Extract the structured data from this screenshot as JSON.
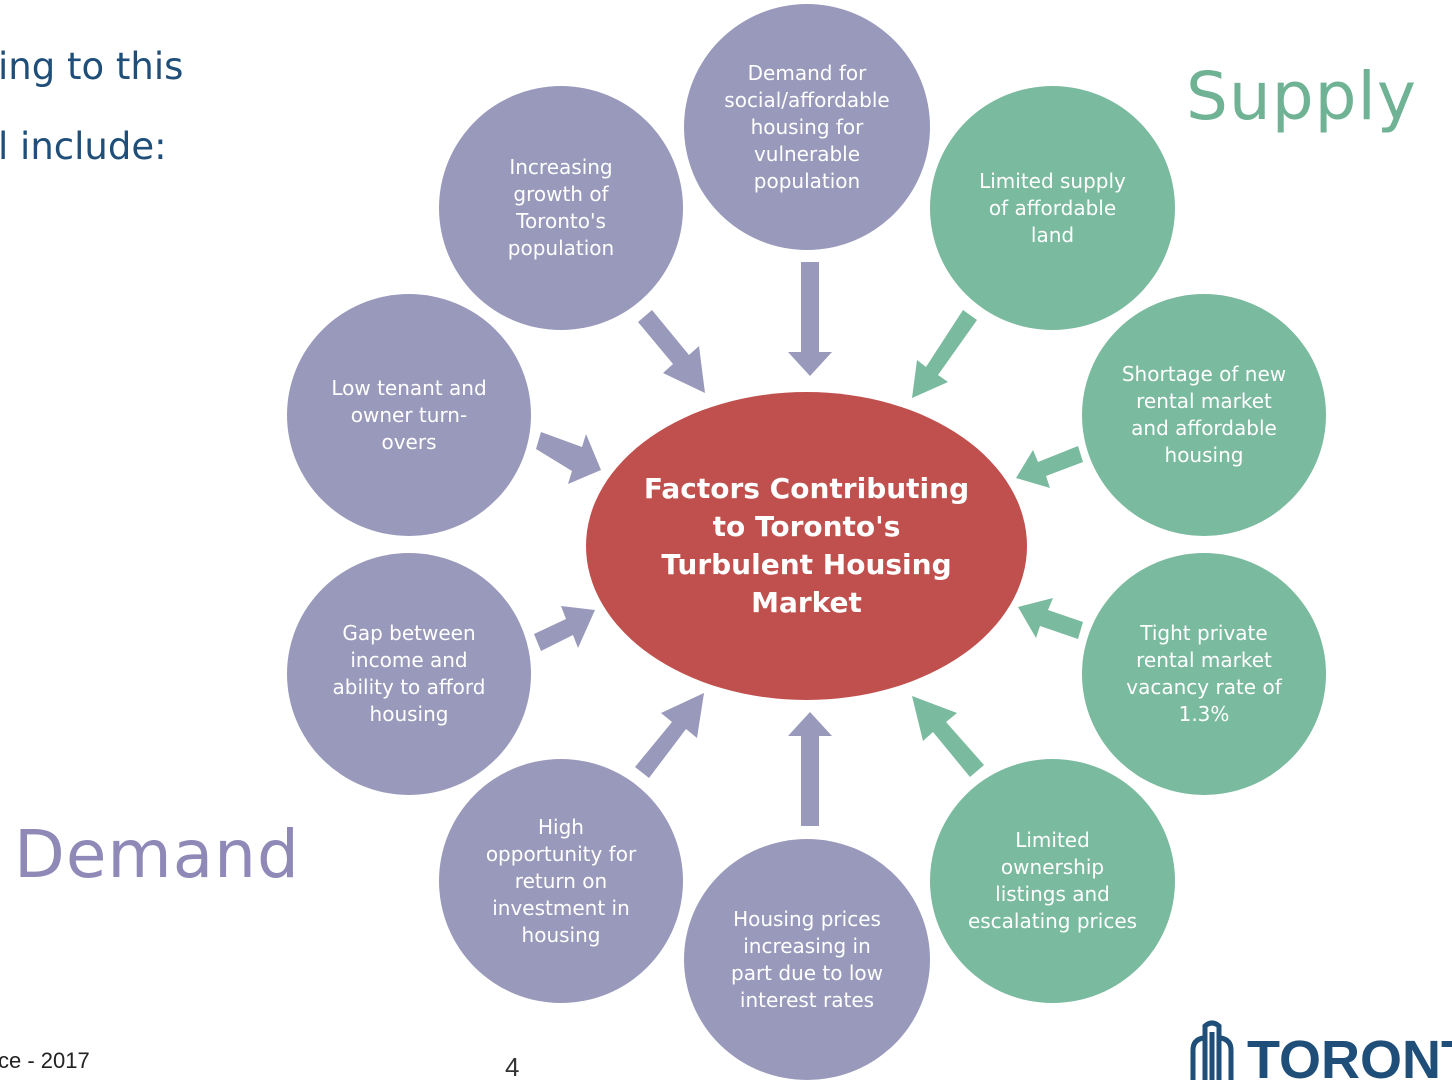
{
  "intro": {
    "line1": "ing to this",
    "line2": "l include:"
  },
  "labels": {
    "supply": "Supply",
    "demand": "Demand"
  },
  "center": {
    "text": "Factors Contributing\nto Toronto's\nTurbulent Housing\nMarket"
  },
  "demand_factors": [
    "Demand for\nsocial/affordable\nhousing for\nvulnerable\npopulation",
    "Increasing\ngrowth of\nToronto's\npopulation",
    "Low tenant and\nowner turn-\novers",
    "Gap between\nincome and\nability to afford\nhousing",
    "High\nopportunity for\nreturn on\ninvestment in\nhousing",
    "Housing prices\nincreasing in\npart due to low\ninterest rates"
  ],
  "supply_factors": [
    "Limited supply\nof affordable\nland",
    "Shortage of new\nrental market\nand affordable\nhousing",
    "Tight private\nrental market\nvacancy rate of\n1.3%",
    "Limited\nownership\nlistings and\nescalating prices"
  ],
  "footer": {
    "left": "ce - 2017",
    "page": "4",
    "logo_text": "TORONTO"
  },
  "colors": {
    "demand": "#9999bb",
    "supply": "#7aba9f",
    "center": "#c0504d",
    "intro_text": "#1f4e79",
    "demand_label": "#8f89b8",
    "supply_label": "#6fb294"
  }
}
